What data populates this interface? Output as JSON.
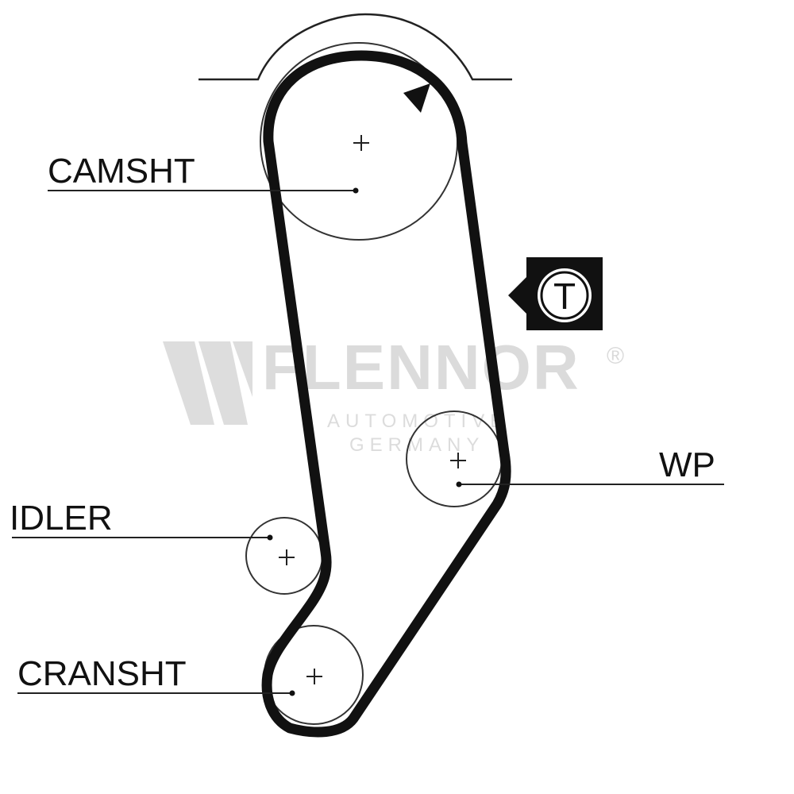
{
  "diagram": {
    "labels": {
      "camshaft": "CAMSHT",
      "water_pump": "WP",
      "idler": "IDLER",
      "crankshaft": "CRANSHT",
      "tensioner": "T"
    },
    "watermark": {
      "brand": "FLENNOR",
      "registered": "®",
      "line1": "AUTOMOTIVE",
      "line2": "GERMANY"
    },
    "colors": {
      "belt": "#111111",
      "watermark": "#cfcfcf",
      "background": "#ffffff"
    },
    "icons": [
      "rotation-arrow-icon",
      "tensioner-icon"
    ]
  }
}
